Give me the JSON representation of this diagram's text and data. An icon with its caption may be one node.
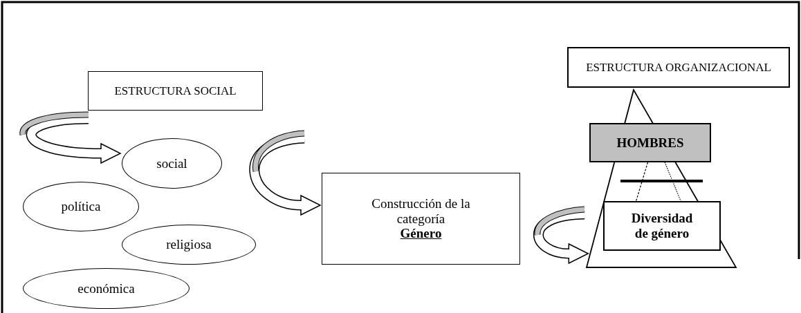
{
  "diagram": {
    "nodes": [
      {
        "text": [
          "ESTRUCTURA SOCIAL"
        ]
      },
      {
        "text": [
          "social"
        ]
      },
      {
        "text": [
          "política"
        ]
      },
      {
        "text": [
          "religiosa"
        ]
      },
      {
        "text": [
          "económica"
        ]
      },
      {
        "text": [
          "Construcción de la categoría",
          "Género"
        ]
      },
      {
        "text": [
          "ESTRUCTURA ORGANIZACIONAL"
        ]
      },
      {
        "text": [],
        "shape": "triangle"
      },
      {
        "text": [
          "HOMBRES"
        ],
        "in": 7
      },
      {
        "text": [
          "Diversidad de género"
        ],
        "in": 7
      }
    ],
    "edges": [
      {
        "from": 0,
        "to": 1,
        "arrow": "to"
      },
      {
        "from": null,
        "to": 5,
        "arrow": "to"
      },
      {
        "from": null,
        "to": 7,
        "arrow": "to"
      },
      {
        "from": 8,
        "to": 9,
        "arrow": "none",
        "style": "dashed"
      },
      {
        "from": 8,
        "to": 9,
        "arrow": "none",
        "style": "dashed"
      }
    ]
  }
}
